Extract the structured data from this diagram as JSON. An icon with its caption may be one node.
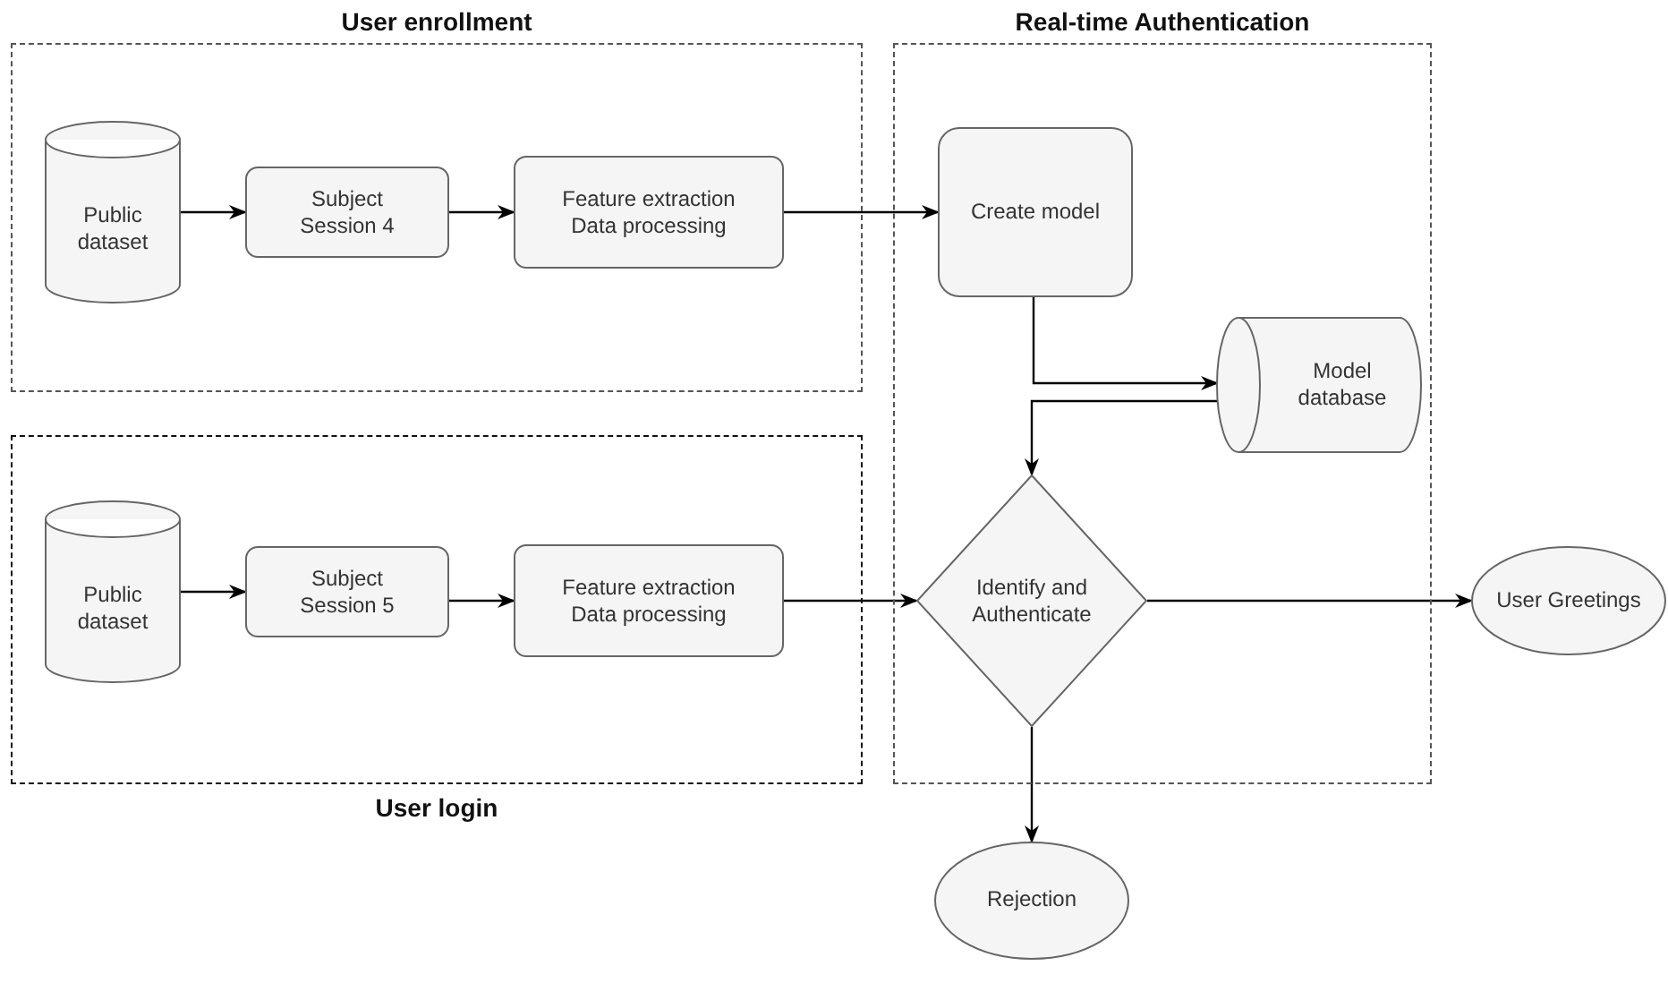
{
  "diagram": {
    "nodes": [
      {
        "text": [
          "User enrollment"
        ]
      },
      {
        "text": [
          "Public dataset"
        ],
        "in": 0
      },
      {
        "text": [
          "Subject Session 4"
        ],
        "in": 0
      },
      {
        "text": [
          "Feature extraction Data processing"
        ],
        "in": 0
      },
      {
        "text": [
          "User login"
        ]
      },
      {
        "text": [
          "Public dataset"
        ],
        "in": 4
      },
      {
        "text": [
          "Subject Session 5"
        ],
        "in": 4
      },
      {
        "text": [
          "Feature extraction Data processing"
        ],
        "in": 4
      },
      {
        "text": [
          "Real-time Authentication"
        ]
      },
      {
        "text": [
          "Create model"
        ],
        "in": 8
      },
      {
        "text": [
          "Model database"
        ],
        "in": 8
      },
      {
        "text": [
          "Identify and Authenticate"
        ],
        "in": 8
      },
      {
        "text": [
          "User Greetings"
        ]
      },
      {
        "text": [
          "Rejection"
        ]
      }
    ],
    "edges": [
      {
        "from": 1,
        "to": 2,
        "arrow": "to"
      },
      {
        "from": 2,
        "to": 3,
        "arrow": "to"
      },
      {
        "from": 3,
        "to": 9,
        "arrow": "to"
      },
      {
        "from": 5,
        "to": 6,
        "arrow": "to"
      },
      {
        "from": 6,
        "to": 7,
        "arrow": "to"
      },
      {
        "from": 7,
        "to": 11,
        "arrow": "to"
      },
      {
        "from": 9,
        "to": 10,
        "arrow": "to"
      },
      {
        "from": 10,
        "to": 11,
        "arrow": "to"
      },
      {
        "from": 11,
        "to": 12,
        "arrow": "to"
      },
      {
        "from": 11,
        "to": 13,
        "arrow": "to"
      }
    ]
  }
}
